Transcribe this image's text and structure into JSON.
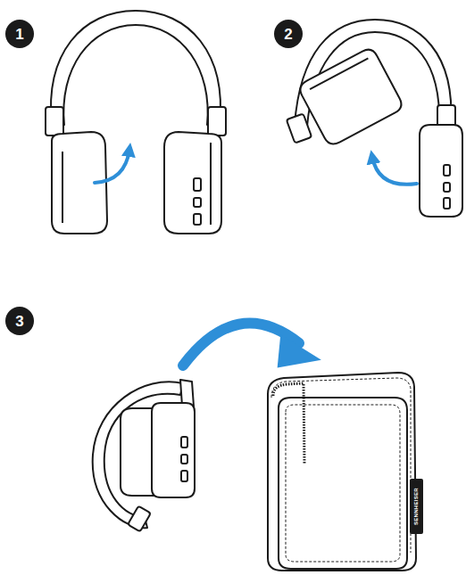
{
  "diagram": {
    "nodes": [
      {
        "text": [
          "1"
        ]
      },
      {
        "text": [
          "2"
        ]
      },
      {
        "text": [
          "3"
        ]
      }
    ],
    "labels": [
      "SENNHEISER"
    ]
  }
}
